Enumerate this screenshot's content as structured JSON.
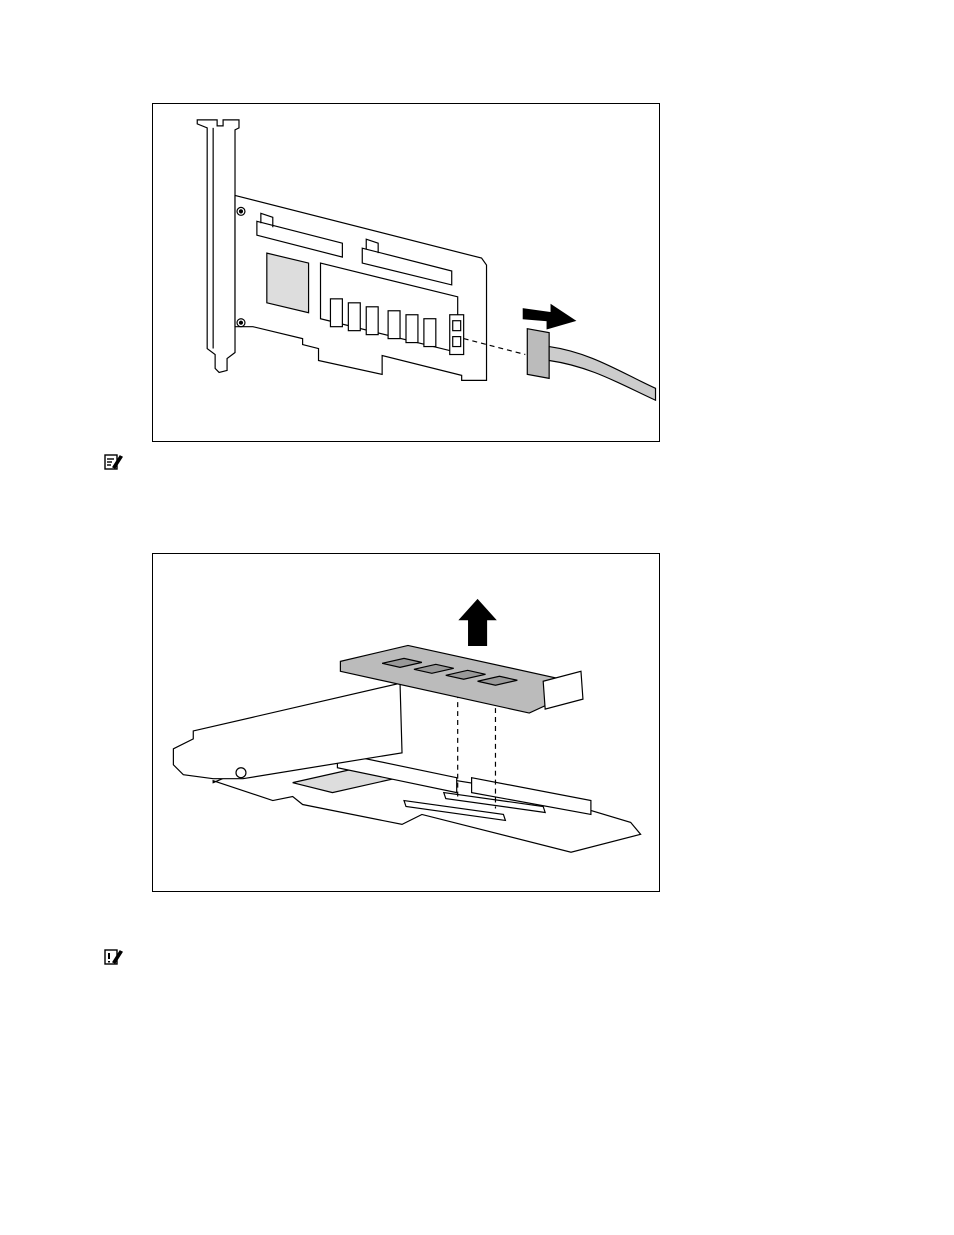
{
  "page": {
    "figures": [
      {
        "id": "fig1",
        "icon": "cable-disconnect-illustration"
      },
      {
        "id": "fig2",
        "icon": "memory-module-removal-illustration"
      }
    ],
    "notes": [
      {
        "icon": "note-icon",
        "text": ""
      },
      {
        "icon": "important-icon",
        "text": ""
      }
    ]
  }
}
